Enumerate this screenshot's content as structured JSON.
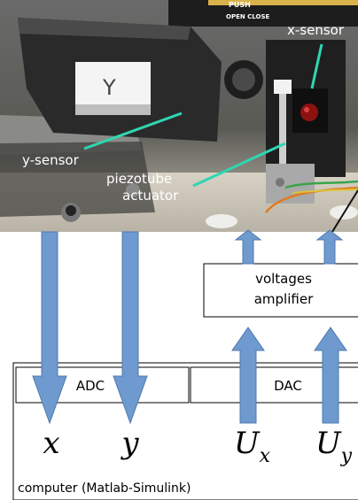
{
  "photo": {
    "labels": {
      "x_sensor": "x-sensor",
      "y_sensor": "y-sensor",
      "piezotube_line1": "piezotube",
      "piezotube_line2": "actuator",
      "handwritten_tag": "Y",
      "device_push": "PUSH",
      "device_open_close": "OPEN  CLOSE"
    }
  },
  "diagram": {
    "amplifier_line1": "voltages",
    "amplifier_line2": "amplifier",
    "adc_label": "ADC",
    "dac_label": "DAC",
    "computer_label": "computer (Matlab-Simulink)",
    "signals": {
      "x": "x",
      "y": "y",
      "ux_base": "U",
      "ux_sub": "x",
      "uy_base": "U",
      "uy_sub": "y"
    }
  },
  "colors": {
    "arrow_fill": "#6f9ad0",
    "arrow_stroke": "#4f78ad",
    "leader_line": "#2fd6b2",
    "box_stroke": "#000000"
  }
}
